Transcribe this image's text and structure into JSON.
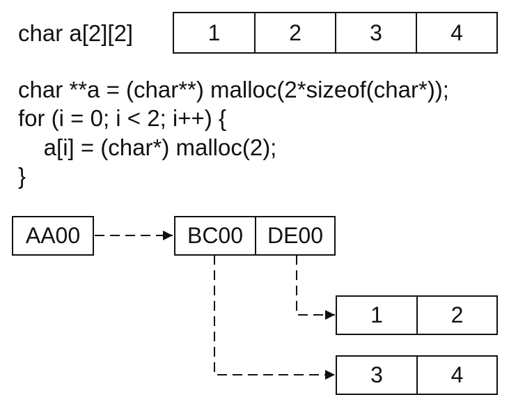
{
  "static_array": {
    "declaration": "char a[2][2]",
    "cells": [
      "1",
      "2",
      "3",
      "4"
    ]
  },
  "code": {
    "lines": [
      "char **a = (char**) malloc(2*sizeof(char*));",
      "for (i = 0; i < 2; i++) {",
      "    a[i] = (char*) malloc(2);",
      "}"
    ]
  },
  "heap": {
    "pointer_cell": "AA00",
    "row_pointers": [
      "BC00",
      "DE00"
    ],
    "row_a": [
      "1",
      "2"
    ],
    "row_b": [
      "3",
      "4"
    ]
  }
}
